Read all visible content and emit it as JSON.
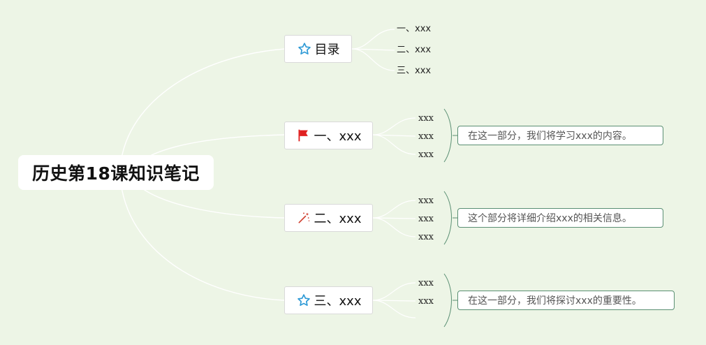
{
  "root": {
    "title": "历史第18课知识笔记"
  },
  "branches": [
    {
      "id": "toc",
      "label": "目录",
      "icon": "star-icon",
      "children": [
        "一、xxx",
        "二、xxx",
        "三、xxx"
      ],
      "summary": null
    },
    {
      "id": "part1",
      "label": "一、xxx",
      "icon": "red-flag-icon",
      "children": [
        "xxx",
        "xxx",
        "xxx"
      ],
      "summary": "在这一部分，我们将学习xxx的内容。"
    },
    {
      "id": "part2",
      "label": "二、xxx",
      "icon": "magic-wand-icon",
      "children": [
        "xxx",
        "xxx",
        "xxx"
      ],
      "summary": "这个部分将详细介绍xxx的相关信息。"
    },
    {
      "id": "part3",
      "label": "三、xxx",
      "icon": "star-icon",
      "children": [
        "xxx",
        "xxx",
        ""
      ],
      "summary": "在这一部分，我们将探讨xxx的重要性。"
    }
  ],
  "colors": {
    "background": "#edf5e6",
    "link": "#ffffff",
    "summary_border": "#5a8f73",
    "star_icon": "#2e9ad6",
    "flag_icon": "#e02020",
    "wand_icon": "#d04030"
  }
}
